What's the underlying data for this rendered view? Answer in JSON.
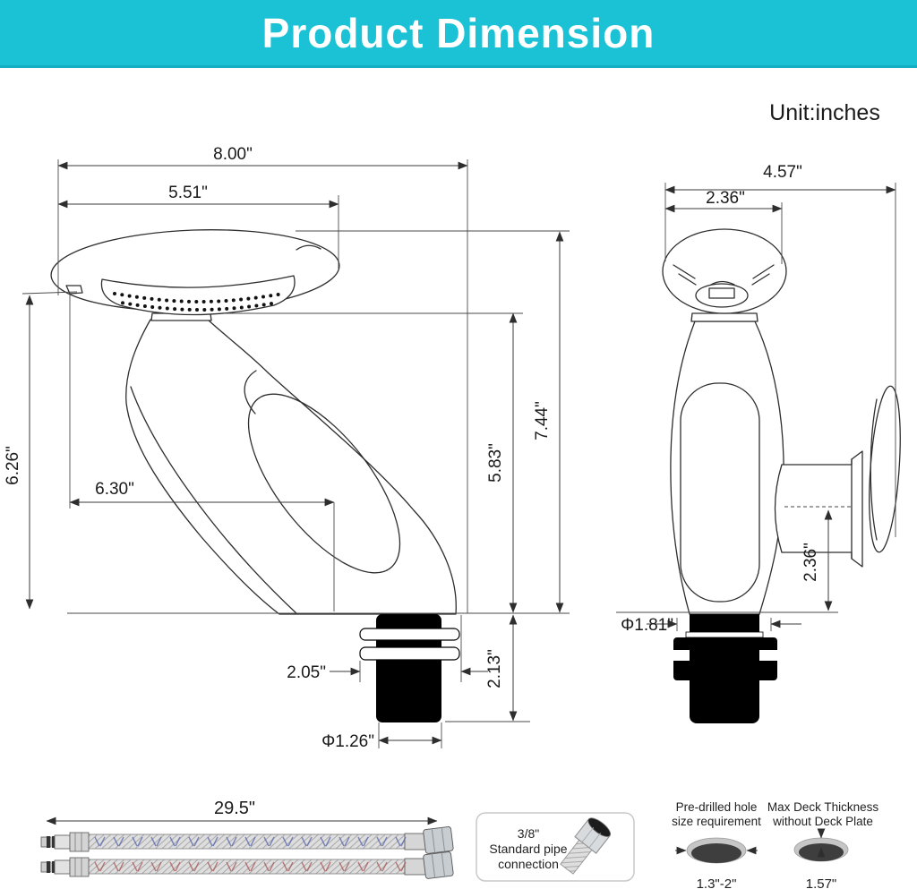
{
  "header": {
    "title": "Product Dimension"
  },
  "unit_label": "Unit:inches",
  "front_view": {
    "total_width": "8.00\"",
    "spout_width": "5.51\"",
    "total_height_left": "6.26\"",
    "spout_reach": "6.30\"",
    "body_height": "5.83\"",
    "total_height": "7.44\"",
    "thread_section": "2.05\"",
    "shank_height": "2.13\"",
    "shank_diameter": "Φ1.26\""
  },
  "side_view": {
    "total_depth": "4.57\"",
    "head_depth": "2.36\"",
    "handle_center_height": "2.36\"",
    "base_diameter": "Φ1.81\""
  },
  "hoses": {
    "length": "29.5\""
  },
  "pipe_connection_box": {
    "line1": "3/8\"",
    "line2": "Standard pipe",
    "line3": "connection"
  },
  "hole_requirement": {
    "title_line1": "Pre-drilled hole",
    "title_line2": "size requirement",
    "value": "1.3\"-2\""
  },
  "deck_thickness": {
    "title_line1": "Max Deck Thickness",
    "title_line2": "without Deck Plate",
    "value": "1.57\""
  },
  "colors": {
    "accent": "#1bc2d6",
    "line": "#333333",
    "hot": "#a85555",
    "cold": "#5566aa"
  }
}
